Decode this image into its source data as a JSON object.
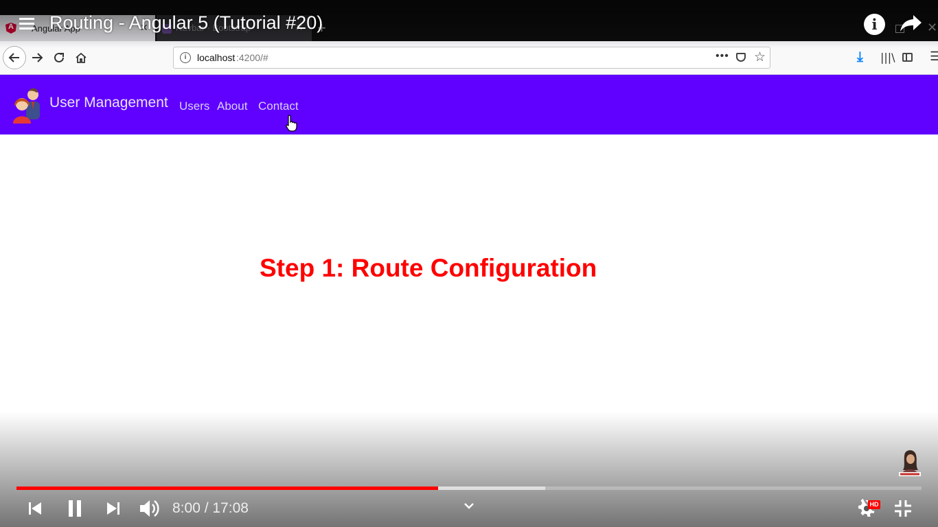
{
  "browser": {
    "tabs": [
      {
        "label": "Angular App",
        "active": true
      },
      {
        "label": "Navbar · Bootstrap",
        "active": false
      }
    ],
    "url": {
      "host": "localhost",
      "rest": ":4200/#"
    }
  },
  "app": {
    "brand": "User Management",
    "nav_links": [
      "Users",
      "About",
      "Contact"
    ],
    "navbar_color": "#6000ff"
  },
  "slide": {
    "title": "Step 1: Route Configuration",
    "color": "#ff0000"
  },
  "player": {
    "video_title": "Routing - Angular 5 (Tutorial #20)",
    "current_time": "8:00",
    "duration": "17:08",
    "time_text": "8:00 / 17:08",
    "played_fraction": 0.466,
    "buffered_fraction": 0.584,
    "quality_badge": "HD",
    "accent_color": "#ff0000"
  }
}
